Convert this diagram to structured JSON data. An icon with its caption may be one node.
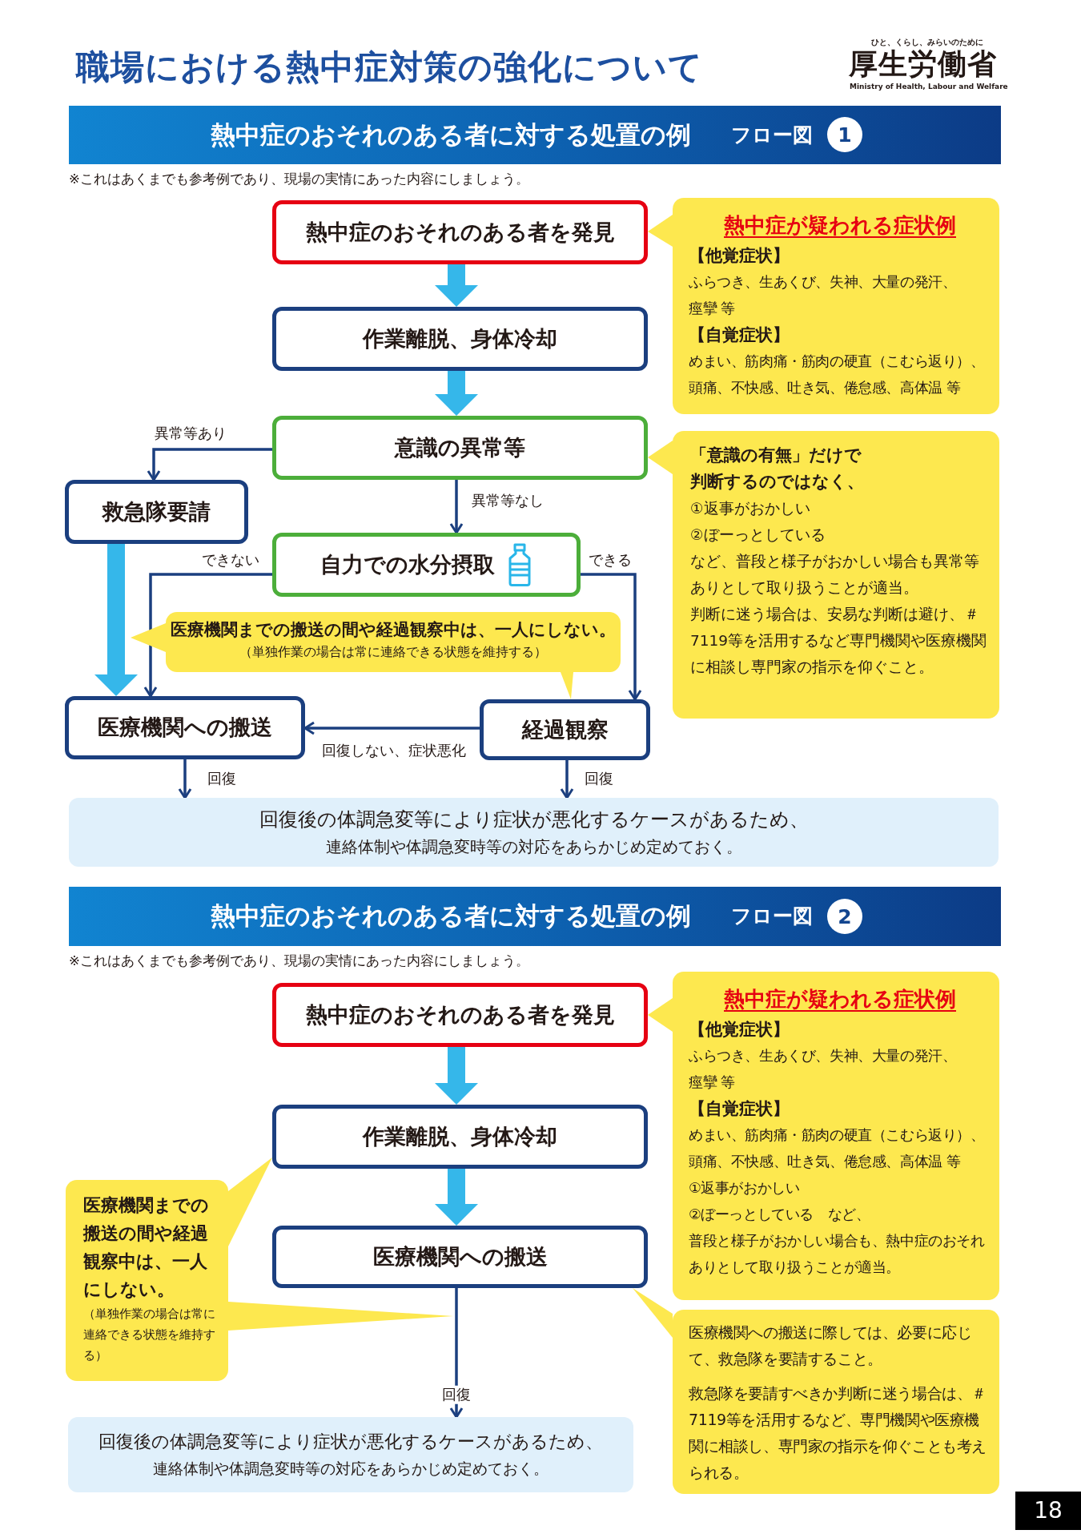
{
  "diagram": {
    "title": "職場における熱中症対策の強化について",
    "nodes": [
      {
        "text": [
          "熱中症のおそれのある者に対する処置の例",
          "フロー図"
        ]
      },
      {
        "text": [
          "1"
        ],
        "in": 0
      },
      {
        "text": [
          "熱中症のおそれのある者を発見"
        ]
      },
      {
        "text": [
          "熱中症が疑われる症状例",
          "【他覚症状】",
          "ふらつき、生あくび、失神、大量の発汗、痙攣 等",
          "【自覚症状】",
          "めまい、筋肉痛・筋肉の硬直（こむら返り）、頭痛、不快感、吐き気、倦怠感、高体温 等"
        ]
      },
      {
        "text": [
          "作業離脱、身体冷却"
        ]
      },
      {
        "text": [
          "意識の異常等"
        ]
      },
      {
        "text": [
          "「意識の有無」だけで判断するのではなく、",
          "①返事がおかしい",
          "②ぼーっとしている",
          "など、普段と様子がおかしい場合も異常等ありとして取り扱うことが適当。",
          "判断に迷う場合は、安易な判断は避け、＃7119等を活用するなど専門機関や医療機関に相談し専門家の指示を仰ぐこと。"
        ]
      },
      {
        "text": [
          "救急隊要請"
        ]
      },
      {
        "text": [
          "自力での水分摂取"
        ]
      },
      {
        "text": [
          "医療機関までの搬送の間や経過観察中は、一人にしない。",
          "（単独作業の場合は常に連絡できる状態を維持する）"
        ]
      },
      {
        "text": [
          "医療機関への搬送"
        ]
      },
      {
        "text": [
          "経過観察"
        ]
      },
      {
        "text": [
          "回復後の体調急変等により症状が悪化するケースがあるため、",
          "連絡体制や体調急変時等の対応をあらかじめ定めておく。"
        ]
      },
      {
        "text": [
          "熱中症のおそれのある者に対する処置の例",
          "フロー図"
        ]
      },
      {
        "text": [
          "2"
        ],
        "in": 13
      },
      {
        "text": [
          "熱中症のおそれのある者を発見"
        ]
      },
      {
        "text": [
          "熱中症が疑われる症状例",
          "【他覚症状】",
          "ふらつき、生あくび、失神、大量の発汗、痙攣 等",
          "【自覚症状】",
          "めまい、筋肉痛・筋肉の硬直（こむら返り）、頭痛、不快感、吐き気、倦怠感、高体温 等",
          "①返事がおかしい",
          "②ぼーっとしている　など、",
          "普段と様子がおかしい場合も、熱中症のおそれありとして取り扱うことが適当。"
        ]
      },
      {
        "text": [
          "作業離脱、身体冷却"
        ]
      },
      {
        "text": [
          "医療機関までの搬送の間や経過観察中は、一人にしない。",
          "（単独作業の場合は常に連絡できる状態を維持する）"
        ]
      },
      {
        "text": [
          "医療機関への搬送"
        ]
      },
      {
        "text": [
          "医療機関への搬送に際しては、必要に応じて、救急隊を要請すること。",
          "救急隊を要請すべきか判断に迷う場合は、＃7119等を活用するなど、専門機関や医療機関に相談し、専門家の指示を仰ぐことも考えられる。"
        ]
      },
      {
        "text": [
          "回復後の体調急変等により症状が悪化するケースがあるため、",
          "連絡体制や体調急変時等の対応をあらかじめ定めておく。"
        ]
      }
    ],
    "edges": [
      {
        "from": 2,
        "to": 4,
        "arrow": "to",
        "style": "thick",
        "color": "#35b7ea"
      },
      {
        "from": 4,
        "to": 5,
        "arrow": "to",
        "style": "thick",
        "color": "#35b7ea"
      },
      {
        "from": 5,
        "to": 7,
        "arrow": "to",
        "label": "異常等あり"
      },
      {
        "from": 5,
        "to": 8,
        "arrow": "to",
        "label": "異常等なし"
      },
      {
        "from": 7,
        "to": 10,
        "arrow": "to",
        "style": "thick",
        "color": "#35b7ea"
      },
      {
        "from": 8,
        "to": 10,
        "arrow": "to",
        "label": "できない"
      },
      {
        "from": 8,
        "to": 11,
        "arrow": "to",
        "label": "できる"
      },
      {
        "from": 11,
        "to": 10,
        "arrow": "to",
        "label": "回復しない、症状悪化"
      },
      {
        "from": 10,
        "to": 12,
        "arrow": "to",
        "label": "回復"
      },
      {
        "from": 11,
        "to": 12,
        "arrow": "to",
        "label": "回復"
      },
      {
        "from": 15,
        "to": 17,
        "arrow": "to",
        "style": "thick",
        "color": "#35b7ea"
      },
      {
        "from": 17,
        "to": 19,
        "arrow": "to",
        "style": "thick",
        "color": "#35b7ea"
      },
      {
        "from": 19,
        "to": 21,
        "arrow": "to",
        "label": "回復"
      },
      {
        "from": 3,
        "to": 2,
        "arrow": "to",
        "color": "#fde84f"
      },
      {
        "from": 6,
        "to": 5,
        "arrow": "to",
        "color": "#fde84f"
      },
      {
        "from": 9,
        "to": null,
        "arrow": "to",
        "color": "#fde84f"
      },
      {
        "from": 9,
        "to": 11,
        "arrow": "to",
        "color": "#fde84f"
      },
      {
        "from": 16,
        "to": 15,
        "arrow": "to",
        "color": "#fde84f"
      },
      {
        "from": 18,
        "to": 17,
        "arrow": "to",
        "color": "#fde84f"
      },
      {
        "from": 18,
        "to": null,
        "arrow": "to",
        "color": "#fde84f"
      },
      {
        "from": 20,
        "to": 19,
        "arrow": "to",
        "color": "#fde84f"
      }
    ],
    "labels": [
      "ひと、くらし、みらいのために",
      "厚生労働省",
      "Ministry of Health, Labour and Welfare",
      "※これはあくまでも参考例であり、現場の実情にあった内容にしましょう。",
      "※これはあくまでも参考例であり、現場の実情にあった内容にしましょう。",
      "18"
    ]
  }
}
